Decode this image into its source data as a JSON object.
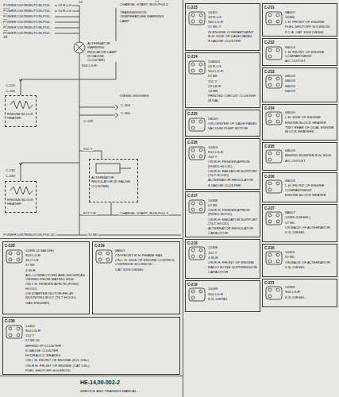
{
  "diagram": {
    "nodes": [
      {
        "text": [
          "ENGINE BLOCK HEATER"
        ]
      },
      {
        "text": [
          "ENGINE BLOCK HEATER"
        ]
      },
      {
        "text": [
          "ALTERNATOR REGULATOR (8 GAUGE CLUSTER)"
        ]
      },
      {
        "text": [
          "C-228",
          "14396 (4 GAUGE)",
          "904 LG-R",
          "35 O-LB",
          "57 BK",
          "4 W-R",
          "ALL CONNECTORS ARE SHOWN AS VIEWED FROM MATING SIDE",
          "ON L.H. FENDER APRON (FIXED HOOD)",
          "ON STARTER MOTOR RELAY MOUNTING BOLT (TILT HOOD)",
          "GAS ENGINES"
        ]
      },
      {
        "text": [
          "C-229",
          "8A607",
          "ON FRONT R.H. FRAME RAIL",
          "ON L.H. SIDE OF ENGINE CONTROL OVERRIDE SOLENOID",
          "CAT 3208 DIESEL"
        ]
      },
      {
        "text": [
          "C-230",
          "14401",
          "904 LG-R",
          "152 Y",
          "57 BK-W",
          "BEHIND I/P CLUSTER",
          "8 GAUGE CLUSTER",
          "HYDRAULIC BRAKES",
          "ON L.H. FRONT OF ENGINE (8.2L DSL)",
          "ON R.H. FRONT OF ENGINE (CAT DSL)",
          "FUEL SHUTOFF SOLENOID"
        ]
      },
      {
        "text": [
          "C-223",
          "14401",
          "16 R-LG",
          "904 LG-R",
          "57 BK-Y",
          "IN ENGINE COMPARTMENT R.H. SIDE OF DASH PANEL",
          "8 GAUGE CLUSTER"
        ]
      },
      {
        "text": [
          "C-224",
          "10B565",
          "16 R-LG",
          "904 LG-R",
          "57 BK",
          "152 Y",
          "19 LB-R",
          "14 BR",
          "PRINTED CIRCUIT CLUSTER (8 GA)"
        ]
      },
      {
        "text": [
          "C-225",
          "2B265",
          "ON CENTER OF DASH PANEL",
          "VACUUM PUMP MOTOR"
        ]
      },
      {
        "text": [
          "C-226",
          "14305",
          "904 LG-R",
          "152 Y",
          "ON R.H. FENDER APRON (FIXED HOOD)",
          "ON R.H. RADIATOR SUPPORT (TILT HOOD)",
          "ALTERNATOR REGULATOR",
          "8 GAUGE CLUSTER"
        ]
      },
      {
        "text": [
          "C-217",
          "14398",
          "57 BK",
          "ON R.H. FENDER APRON (FIXED HOOD)",
          "ON R.H. RADIATOR SUPPORT (TILT HOOD)",
          "ALTERNATOR REGULATOR CAPACITOR"
        ]
      },
      {
        "text": [
          "C-218",
          "14398",
          "152 Y",
          "4 W-R",
          "ON R.H. FRONT OF ENGINE",
          "RADIO NOISE SUPPRESSION CAPACITOR"
        ]
      },
      {
        "text": [
          "C-219",
          "14289",
          "904 LG-R",
          "8.2L DIESEL"
        ]
      },
      {
        "text": [
          "C-231",
          "8A607",
          "14396",
          "L.H. FRONT OF ENGINE",
          "FUEL SHUTOFF SOLENOID",
          "P.C.A. CAT 3208 DIESEL"
        ]
      },
      {
        "text": [
          "C-232",
          "6B019",
          "L.H. FRONT OF ENGINE COMPARTMENT",
          "A/C OUTLET"
        ]
      },
      {
        "text": [
          "C-233",
          "6B018",
          "6B019",
          "6B018",
          "6B019"
        ]
      },
      {
        "text": [
          "C-234",
          "6B018",
          "L.H. SIDE OF ENGINE",
          "ENGINE BLOCK HEATER",
          "TWO REAR OF DUAL ENGINE BLOCK HEATERS"
        ]
      },
      {
        "text": [
          "C-235",
          "6B019",
          "BEHIND BUMPER R.H. SIDE",
          "A/C OUTLET"
        ]
      },
      {
        "text": [
          "C-236",
          "6B018",
          "L.H. FRONT OF ENGINE COMPARTMENT",
          "ENGINE BLOCK HEATER"
        ]
      },
      {
        "text": [
          "C-237",
          "8A607",
          "14396 (DIESEL)",
          "57 BK",
          "ON BACK OF ALTERNATOR",
          "8.2L DIESEL"
        ]
      },
      {
        "text": [
          "C-220",
          "14305",
          "57 BK",
          "ON BACK OF ALTERNATOR",
          "6.6L DIESEL"
        ]
      },
      {
        "text": [
          "C-221",
          "14289",
          "904 LG-R",
          "8.2L DIESEL"
        ]
      }
    ],
    "labels": [
      "13",
      "14",
      "POWER DISTRIBUTION,PG1-3CA",
      "16 R-LG",
      "POWER DISTRIBUTION,PG1-3B",
      "16 R-LG",
      "POWER DISTRIBUTION,PG1-3A",
      "POWER DISTRIBUTION,PG1-3C",
      "POWER DISTRIBUTION,PG1-4A",
      "POWER DISTRIBUTION,PG1-4B",
      "ALTERNATOR WARNING INDICATOR LAMP (8 GAUGE CLUSTER)",
      "TRANSMISSION TEMPERATURE WARNING LAMP",
      "CHARGE, START, RUN,PG4-2",
      "904 LG-R",
      "DIESEL ENGINES",
      "C-304",
      "C-305",
      "C-128",
      "C-225",
      "C-226",
      "C-232",
      "C-233",
      "152 Y",
      "877 Y-R",
      "CHARGE, START, RUN,PG4-3",
      "POWER DISTRIBUTION,PG1-4C",
      "57 BK",
      "HE-14,00-002-2",
      "SERVICE AND TRAINING MANUAL"
    ]
  }
}
